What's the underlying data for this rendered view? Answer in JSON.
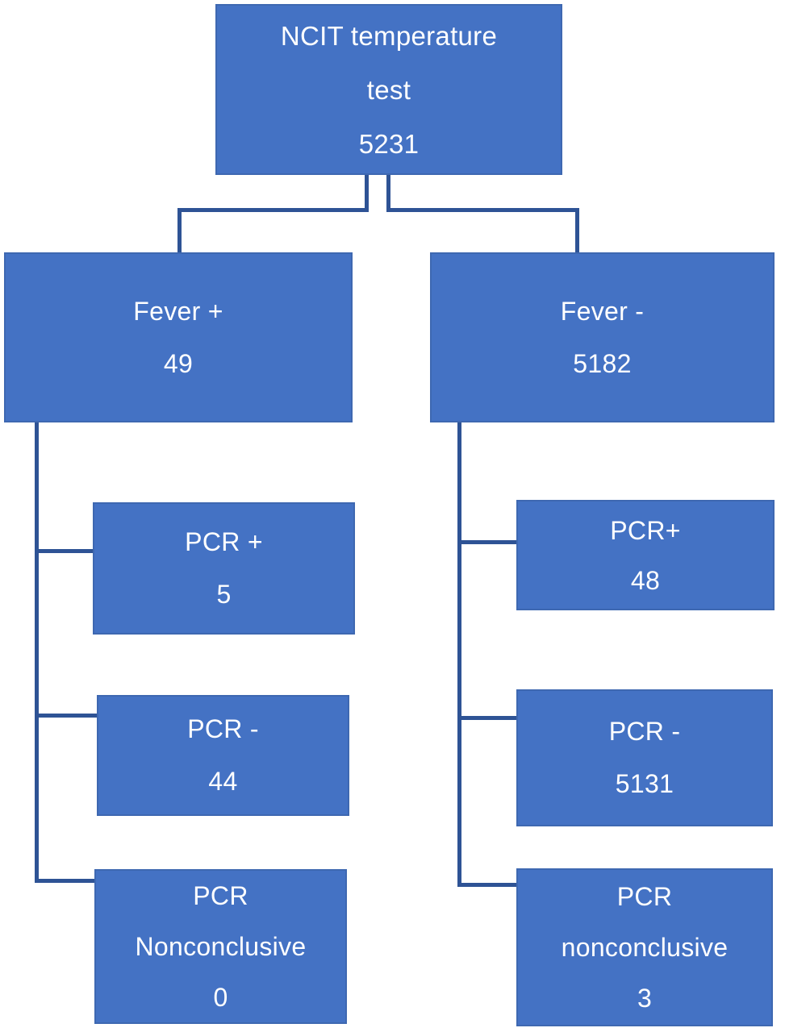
{
  "diagram": {
    "type": "flowchart",
    "colors": {
      "box_fill": "#4472C4",
      "box_border": "#3E68B1",
      "connector": "#2E5395",
      "text": "#FFFFFF",
      "background": "#FFFFFF"
    },
    "nodes": {
      "root": {
        "label": "NCIT temperature test",
        "count": "5231",
        "lines": [
          "NCIT temperature",
          "test",
          "5231"
        ]
      },
      "fever_positive": {
        "label": "Fever +",
        "count": "49",
        "lines": [
          "Fever +",
          "49"
        ]
      },
      "fever_negative": {
        "label": "Fever -",
        "count": "5182",
        "lines": [
          "Fever -",
          "5182"
        ]
      },
      "fever_pos_pcr_positive": {
        "label": "PCR +",
        "count": "5",
        "lines": [
          "PCR +",
          "5"
        ]
      },
      "fever_pos_pcr_negative": {
        "label": "PCR -",
        "count": "44",
        "lines": [
          "PCR -",
          "44"
        ]
      },
      "fever_pos_pcr_nonconclusive": {
        "label": "PCR Nonconclusive",
        "count": "0",
        "lines": [
          "PCR",
          "Nonconclusive",
          "0"
        ]
      },
      "fever_neg_pcr_positive": {
        "label": "PCR+",
        "count": "48",
        "lines": [
          "PCR+",
          "48"
        ]
      },
      "fever_neg_pcr_negative": {
        "label": "PCR -",
        "count": "5131",
        "lines": [
          "PCR -",
          "5131"
        ]
      },
      "fever_neg_pcr_nonconclusive": {
        "label": "PCR nonconclusive",
        "count": "3",
        "lines": [
          "PCR",
          "nonconclusive",
          "3"
        ]
      }
    },
    "edges": [
      {
        "from": "root",
        "to": "fever_positive"
      },
      {
        "from": "root",
        "to": "fever_negative"
      },
      {
        "from": "fever_positive",
        "to": "fever_pos_pcr_positive"
      },
      {
        "from": "fever_positive",
        "to": "fever_pos_pcr_negative"
      },
      {
        "from": "fever_positive",
        "to": "fever_pos_pcr_nonconclusive"
      },
      {
        "from": "fever_negative",
        "to": "fever_neg_pcr_positive"
      },
      {
        "from": "fever_negative",
        "to": "fever_neg_pcr_negative"
      },
      {
        "from": "fever_negative",
        "to": "fever_neg_pcr_nonconclusive"
      }
    ]
  }
}
